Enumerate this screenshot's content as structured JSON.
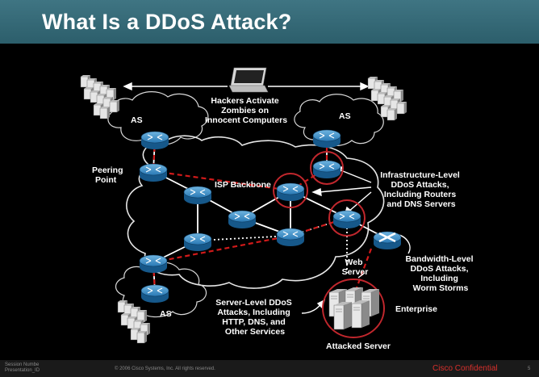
{
  "title": "What Is a DDoS Attack?",
  "labels": {
    "hackers_line1": "Hackers Activate",
    "hackers_line2": "Zombies on",
    "hackers_line3": "Innocent Computers",
    "as_left": "AS",
    "as_right": "AS",
    "as_bottom": "AS",
    "peering_line1": "Peering",
    "peering_line2": "Point",
    "isp_backbone": "ISP Backbone",
    "infra_line1": "Infrastructure-Level",
    "infra_line2": "DDoS Attacks,",
    "infra_line3": "Including Routers",
    "infra_line4": "and DNS Servers",
    "bw_line1": "Bandwidth-Level",
    "bw_line2": "DDoS Attacks,",
    "bw_line3": "Including",
    "bw_line4": "Worm Storms",
    "web_line1": "Web",
    "web_line2": "Server",
    "server_line1": "Server-Level DDoS",
    "server_line2": "Attacks, Including",
    "server_line3": "HTTP, DNS, and",
    "server_line4": "Other Services",
    "enterprise": "Enterprise",
    "attacked_server": "Attacked Server"
  },
  "footer": {
    "session_line1": "Session Numbe",
    "session_line2": "Presentation_ID",
    "copyright": "© 2006 Cisco Systems, Inc. All rights reserved.",
    "confidential": "Cisco Confidential",
    "page": "5"
  },
  "colors": {
    "title_bar": "#2f6472",
    "router": "#1f6fa6",
    "attack_path": "#d11a1a",
    "highlight_ring": "#c1272d"
  }
}
